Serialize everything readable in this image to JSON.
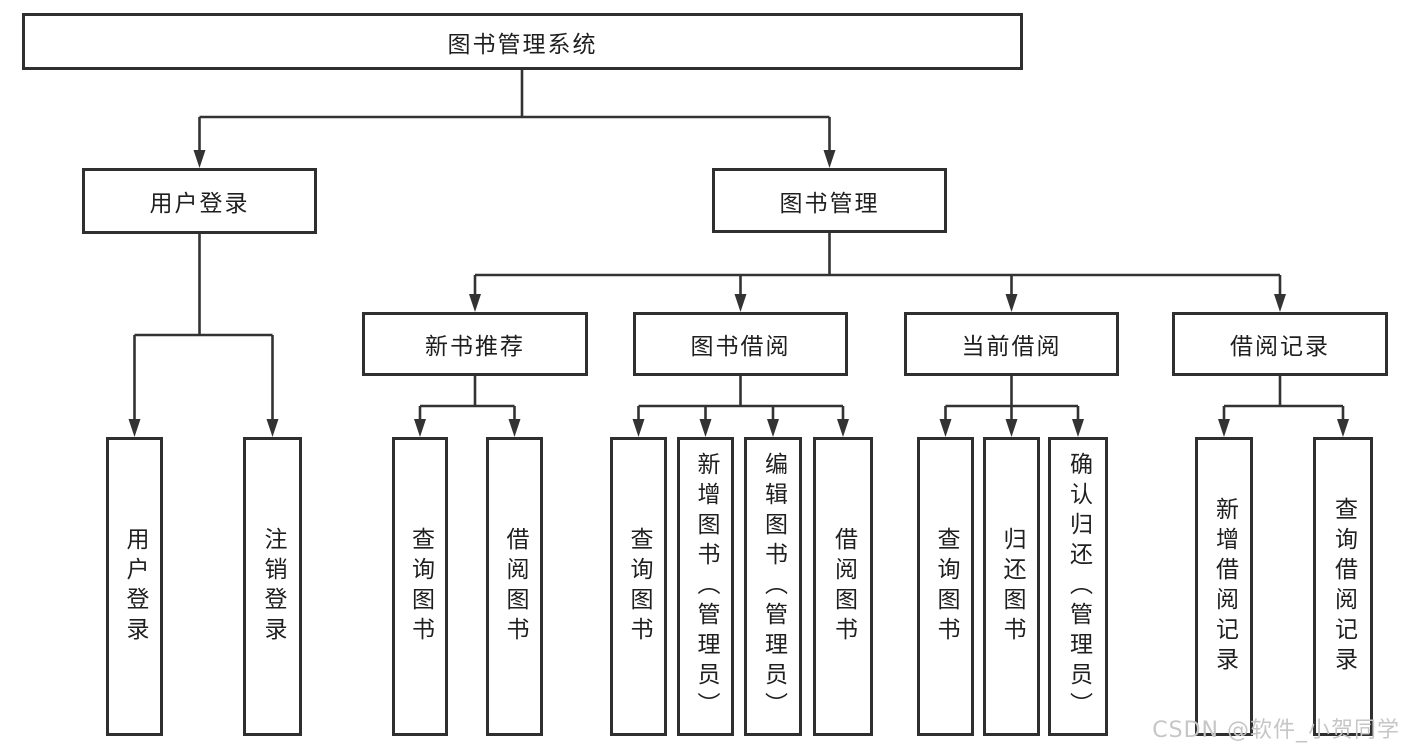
{
  "title": "图书管理系统",
  "level2": {
    "user_login": "用户登录",
    "book_mgmt": "图书管理"
  },
  "level3": {
    "new_books": "新书推荐",
    "borrowing": "图书借阅",
    "current": "当前借阅",
    "records": "借阅记录"
  },
  "leaves": {
    "user_login": [
      "用户登录",
      "注销登录"
    ],
    "new_books": [
      "查询图书",
      "借阅图书"
    ],
    "borrowing": [
      "查询图书",
      "新增图书（管理员）",
      "编辑图书（管理员）",
      "借阅图书"
    ],
    "current": [
      "查询图书",
      "归还图书",
      "确认归还（管理员）"
    ],
    "records": [
      "新增借阅记录",
      "查询借阅记录"
    ]
  },
  "watermark": "CSDN @软件_小贺同学",
  "colors": {
    "line": "#333333",
    "box_border": "#2f2f2f",
    "text": "#1f1f1f",
    "watermark": "#c6c6c6",
    "background": "#ffffff"
  }
}
